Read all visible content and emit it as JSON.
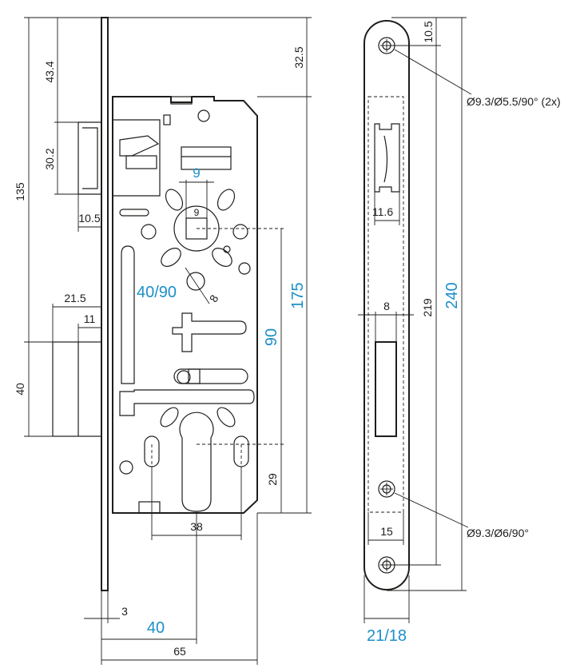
{
  "dimensions": {
    "d135": "135",
    "d43_4": "43.4",
    "d30_2": "30.2",
    "d10_5_left": "10.5",
    "d21_5": "21.5",
    "d11": "11",
    "d40_left": "40",
    "d32_5": "32.5",
    "d9": "9",
    "d40_90": "40/90",
    "d8_left": "8",
    "d175": "175",
    "d90": "90",
    "d29": "29",
    "d38": "38",
    "d3": "3",
    "d40_bottom": "40",
    "d65": "65",
    "d10_5_right": "10.5",
    "d11_6": "11.6",
    "d8_right": "8",
    "d219": "219",
    "d240": "240",
    "d15": "15",
    "d21_18": "21/18",
    "d9_small": "9"
  },
  "callouts": {
    "top_hole": "Ø9.3/Ø5.5/90° (2x)",
    "bottom_hole": "Ø9.3/Ø6/90°"
  },
  "colors": {
    "line": "#1d1d1b",
    "accent_dimension": "#1b8fc9"
  }
}
